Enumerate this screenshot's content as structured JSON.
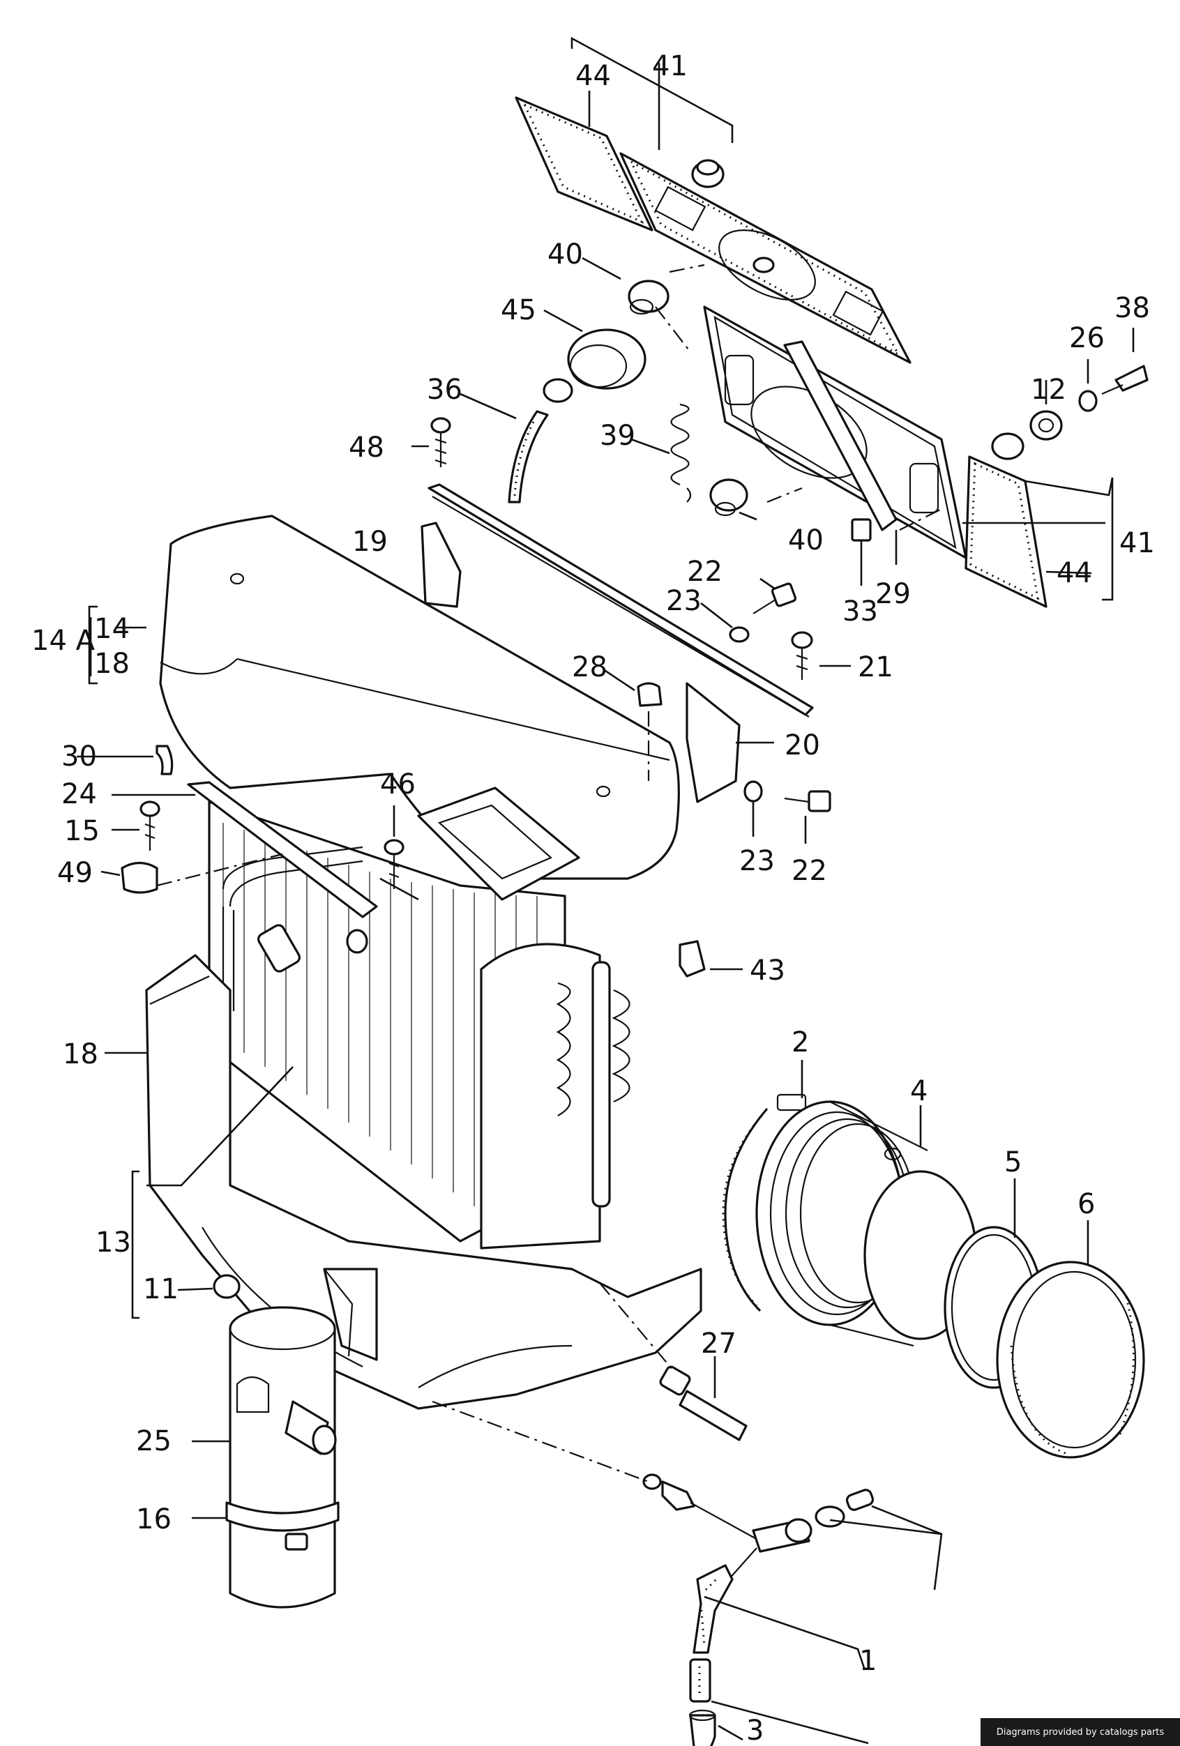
{
  "callouts": [
    {
      "id": "c1",
      "text": "1"
    },
    {
      "id": "c2",
      "text": "2"
    },
    {
      "id": "c3",
      "text": "3"
    },
    {
      "id": "c4",
      "text": "4"
    },
    {
      "id": "c5",
      "text": "5"
    },
    {
      "id": "c6",
      "text": "6"
    },
    {
      "id": "c11",
      "text": "11"
    },
    {
      "id": "c12",
      "text": "12"
    },
    {
      "id": "c13",
      "text": "13"
    },
    {
      "id": "c14",
      "text": "14"
    },
    {
      "id": "c14a",
      "text": "14 A"
    },
    {
      "id": "c15",
      "text": "15"
    },
    {
      "id": "c16",
      "text": "16"
    },
    {
      "id": "c18a",
      "text": "18"
    },
    {
      "id": "c18b",
      "text": "18"
    },
    {
      "id": "c19",
      "text": "19"
    },
    {
      "id": "c20",
      "text": "20"
    },
    {
      "id": "c21",
      "text": "21"
    },
    {
      "id": "c22a",
      "text": "22"
    },
    {
      "id": "c22b",
      "text": "22"
    },
    {
      "id": "c23a",
      "text": "23"
    },
    {
      "id": "c23b",
      "text": "23"
    },
    {
      "id": "c24",
      "text": "24"
    },
    {
      "id": "c25",
      "text": "25"
    },
    {
      "id": "c26",
      "text": "26"
    },
    {
      "id": "c27",
      "text": "27"
    },
    {
      "id": "c28",
      "text": "28"
    },
    {
      "id": "c29",
      "text": "29"
    },
    {
      "id": "c30",
      "text": "30"
    },
    {
      "id": "c33",
      "text": "33"
    },
    {
      "id": "c36",
      "text": "36"
    },
    {
      "id": "c38",
      "text": "38"
    },
    {
      "id": "c39",
      "text": "39"
    },
    {
      "id": "c40a",
      "text": "40"
    },
    {
      "id": "c40b",
      "text": "40"
    },
    {
      "id": "c41a",
      "text": "41"
    },
    {
      "id": "c41b",
      "text": "41"
    },
    {
      "id": "c43",
      "text": "43"
    },
    {
      "id": "c44a",
      "text": "44"
    },
    {
      "id": "c44b",
      "text": "44"
    },
    {
      "id": "c45",
      "text": "45"
    },
    {
      "id": "c46",
      "text": "46"
    },
    {
      "id": "c48",
      "text": "48"
    },
    {
      "id": "c49",
      "text": "49"
    }
  ],
  "credit": "Diagrams provided by catalogs parts"
}
